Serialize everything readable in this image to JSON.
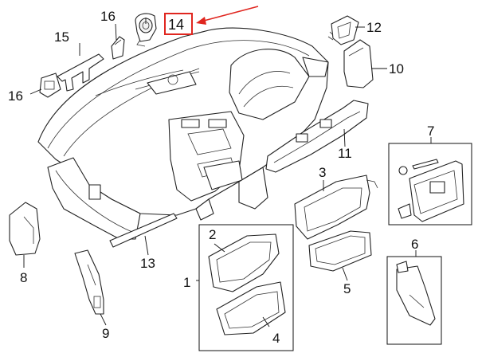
{
  "diagram": {
    "callouts": [
      {
        "id": "1",
        "label": "1"
      },
      {
        "id": "2",
        "label": "2"
      },
      {
        "id": "3",
        "label": "3"
      },
      {
        "id": "4",
        "label": "4"
      },
      {
        "id": "5",
        "label": "5"
      },
      {
        "id": "6",
        "label": "6"
      },
      {
        "id": "7",
        "label": "7"
      },
      {
        "id": "8",
        "label": "8"
      },
      {
        "id": "9",
        "label": "9"
      },
      {
        "id": "10",
        "label": "10"
      },
      {
        "id": "11",
        "label": "11"
      },
      {
        "id": "12",
        "label": "12"
      },
      {
        "id": "13",
        "label": "13"
      },
      {
        "id": "14",
        "label": "14"
      },
      {
        "id": "15",
        "label": "15"
      },
      {
        "id": "16a",
        "label": "16"
      },
      {
        "id": "16b",
        "label": "16"
      }
    ],
    "highlight": {
      "callout": "14",
      "box_color": "#e0261f",
      "arrow_color": "#e0261f"
    },
    "line_color": "#222222"
  }
}
